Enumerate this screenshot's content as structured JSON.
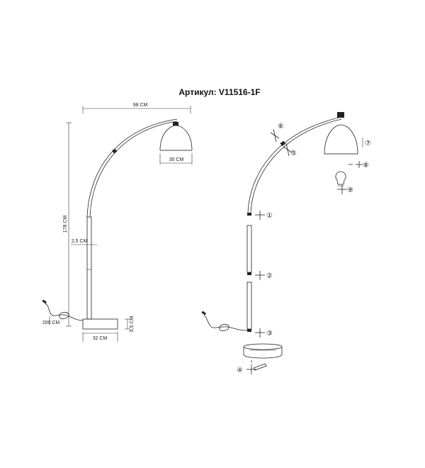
{
  "title": "Артикул: V11516-1F",
  "dimensions": {
    "width": "98 CM",
    "height": "178 CM",
    "shade": "30 CM",
    "pole": "2,5 CM",
    "cord": "200 CM",
    "base_width": "32 CM",
    "base_height": "5,5 CM"
  },
  "parts": [
    "①",
    "②",
    "③",
    "④",
    "⑤",
    "⑥",
    "⑦",
    "⑧",
    "⑨"
  ]
}
